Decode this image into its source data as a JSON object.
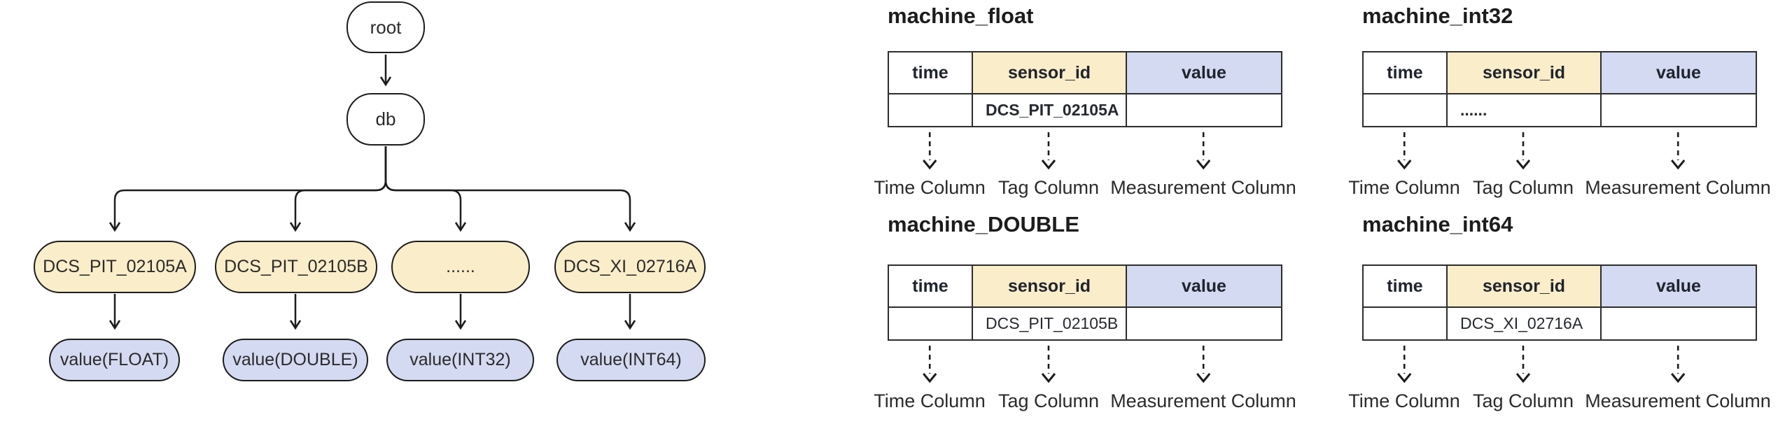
{
  "diagram": {
    "nodes": {
      "root": "root",
      "db": "db",
      "sensors": [
        "DCS_PIT_02105A",
        "DCS_PIT_02105B",
        "......",
        "DCS_XI_02716A"
      ],
      "values": [
        "value(FLOAT)",
        "value(DOUBLE)",
        "value(INT32)",
        "value(INT64)"
      ]
    },
    "colors": {
      "sensor_fill": "#FAEDC9",
      "value_fill": "#D3DAF1",
      "node_stroke": "#1C1C1C",
      "white_fill": "#FFFFFF"
    }
  },
  "tables": [
    {
      "title": "machine_float",
      "headers": [
        "time",
        "sensor_id",
        "value"
      ],
      "row": [
        "",
        "DCS_PIT_02105A",
        ""
      ],
      "labels": [
        "Time Column",
        "Tag Column",
        "Measurement Column"
      ]
    },
    {
      "title": "machine_int32",
      "headers": [
        "time",
        "sensor_id",
        "value"
      ],
      "row": [
        "",
        "......",
        ""
      ],
      "labels": [
        "Time Column",
        "Tag Column",
        "Measurement Column"
      ]
    },
    {
      "title": "machine_DOUBLE",
      "headers": [
        "time",
        "sensor_id",
        "value"
      ],
      "row": [
        "",
        "DCS_PIT_02105B",
        ""
      ],
      "labels": [
        "Time Column",
        "Tag Column",
        "Measurement Column"
      ]
    },
    {
      "title": "machine_int64",
      "headers": [
        "time",
        "sensor_id",
        "value"
      ],
      "row": [
        "",
        "DCS_XI_02716A",
        ""
      ],
      "labels": [
        "Time Column",
        "Tag Column",
        "Measurement Column"
      ]
    }
  ]
}
